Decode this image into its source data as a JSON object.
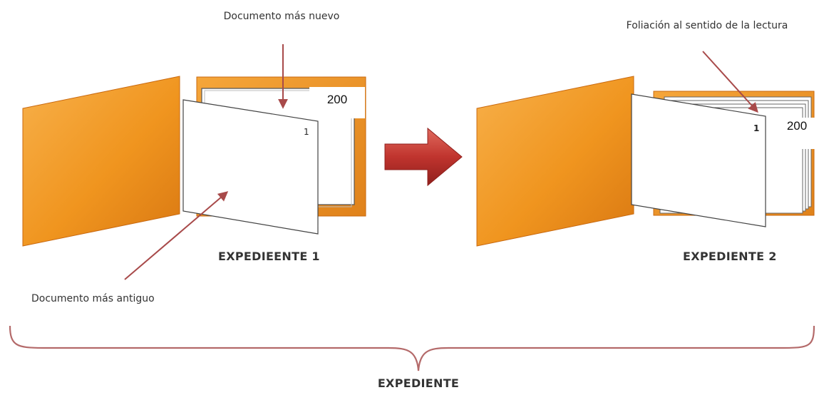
{
  "annotations": {
    "newest_doc": "Documento más nuevo",
    "foliation": "Foliación al sentido de la lectura",
    "oldest_doc": "Documento más antiguo"
  },
  "folder1": {
    "title": "EXPEDIEENTE 1",
    "last_folio": "200",
    "first_folio": "1"
  },
  "folder2": {
    "title": "EXPEDIENTE 2",
    "last_folio": "200",
    "first_folio": "1"
  },
  "group_label": "EXPEDIENTE",
  "colors": {
    "folder_orange": "#f0951f",
    "folder_dark": "#c9690f",
    "arrow_red": "#c0342e",
    "pointer_arrow": "#a84a4a",
    "brace": "#b46a6a"
  }
}
